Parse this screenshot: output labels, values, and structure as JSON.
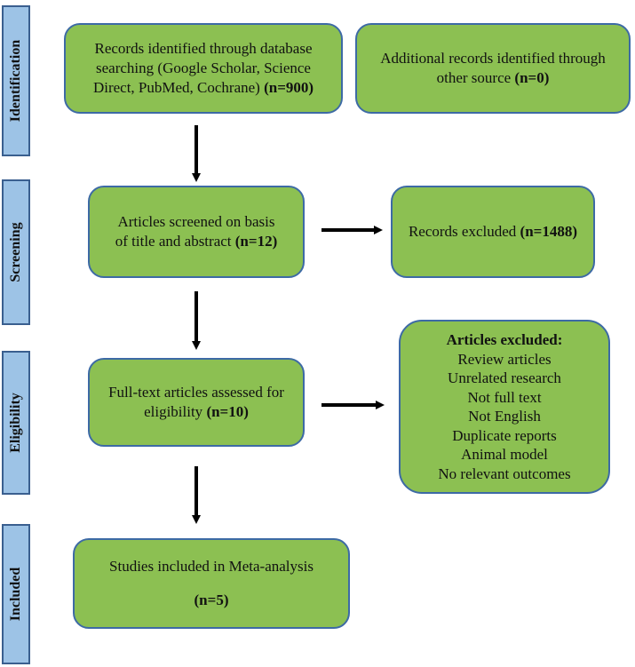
{
  "stages": {
    "identification": "Identification",
    "screening": "Screening",
    "eligibility": "Eligibility",
    "included": "Included"
  },
  "boxes": {
    "identified_line1": "Records identified through database",
    "identified_line2": "searching (Google Scholar, Science",
    "identified_line3": "Direct, PubMed, Cochrane)",
    "identified_count": "(n=900)",
    "additional_line1": "Additional records identified through",
    "additional_line2": "other source",
    "additional_count": "(n=0)",
    "screened_line1": "Articles screened on basis",
    "screened_line2": "of title and abstract",
    "screened_count": "(n=12)",
    "excluded_records_text": "Records excluded",
    "excluded_records_count": "(n=1488)",
    "fulltext_line1": "Full-text articles assessed for",
    "fulltext_line2": "eligibility",
    "fulltext_count": "(n=10)",
    "excluded_articles_title": "Articles excluded:",
    "excluded_articles_reasons": [
      "Review articles",
      "Unrelated research",
      "Not full text",
      "Not English",
      "Duplicate reports",
      "Animal model",
      "No relevant outcomes"
    ],
    "included_line1": "Studies included in Meta-analysis",
    "included_count": "(n=5)"
  },
  "colors": {
    "box_fill": "#8cc052",
    "box_border": "#3d6aa5",
    "stage_fill": "#9dc3e6",
    "stage_border": "#3a5f8f",
    "arrow": "#000000"
  }
}
